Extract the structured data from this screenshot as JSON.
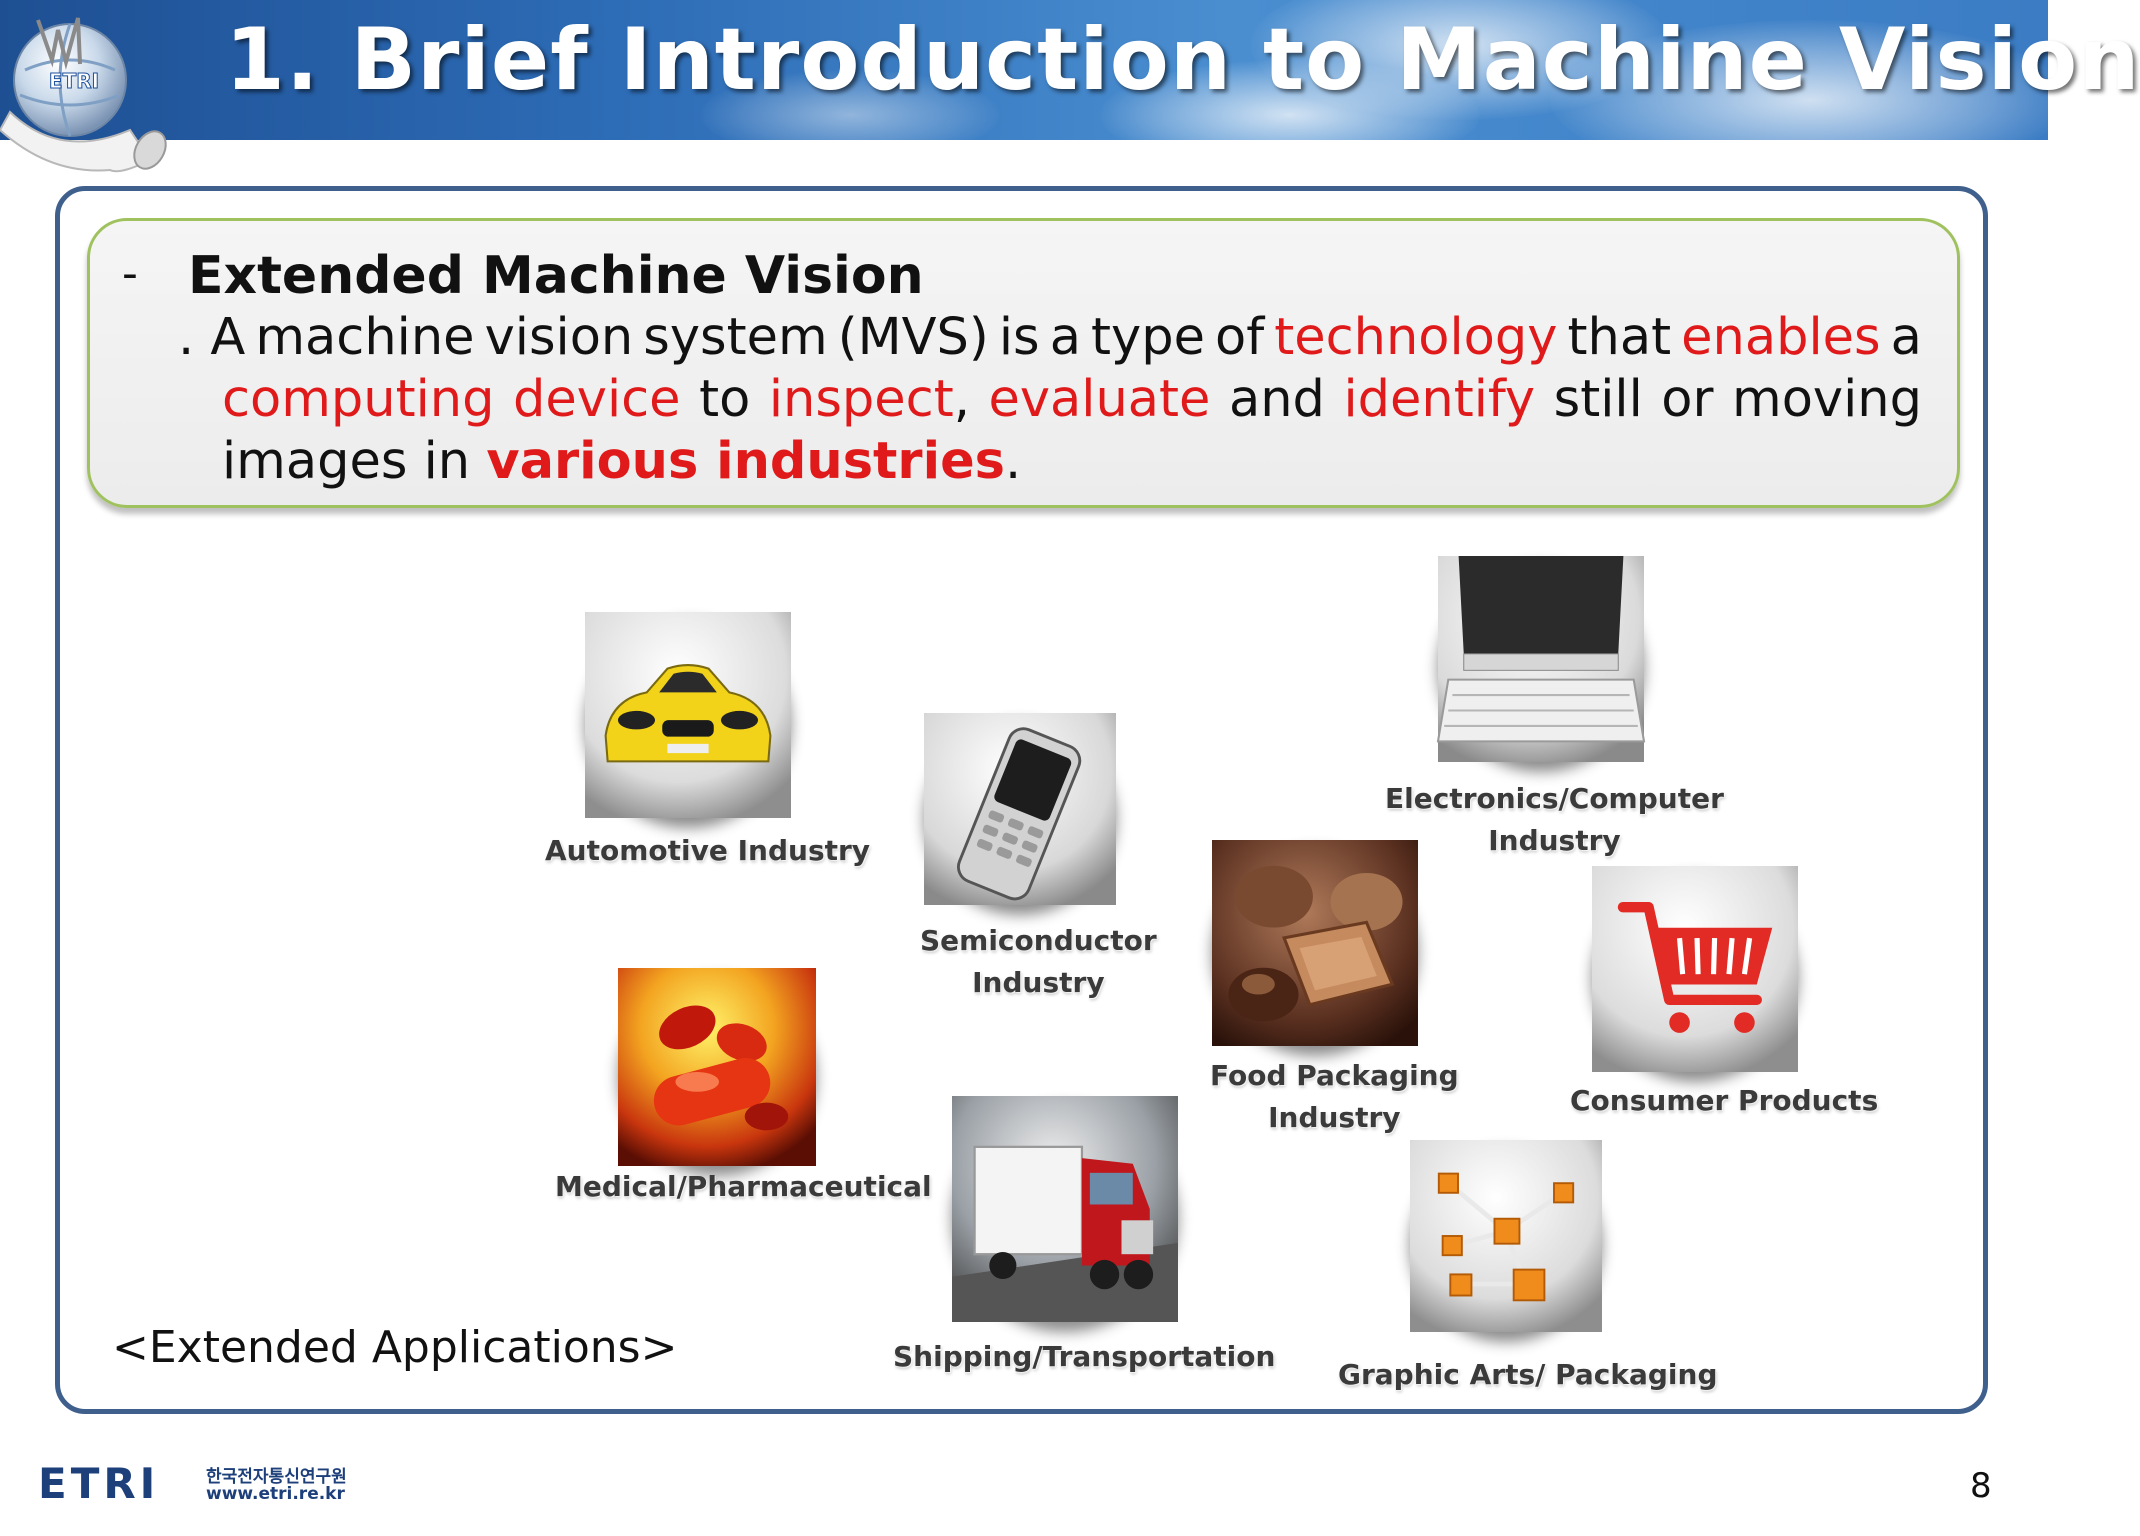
{
  "header": {
    "title": "1. Brief Introduction to Machine Vision",
    "logo_text": "ETRI"
  },
  "callout": {
    "heading": "Extended Machine Vision",
    "definition_lines": [
      [
        {
          "text": ". A",
          "style": "plain"
        },
        {
          "text": "machine",
          "style": "plain"
        },
        {
          "text": "vision",
          "style": "plain"
        },
        {
          "text": "system",
          "style": "plain"
        },
        {
          "text": "(MVS)",
          "style": "plain"
        },
        {
          "text": "is",
          "style": "plain"
        },
        {
          "text": "a",
          "style": "plain"
        },
        {
          "text": "type",
          "style": "plain"
        },
        {
          "text": "of",
          "style": "plain"
        },
        {
          "text": "technology",
          "style": "red"
        },
        {
          "text": "that",
          "style": "plain"
        },
        {
          "text": "enables",
          "style": "red"
        },
        {
          "text": "a",
          "style": "plain"
        }
      ],
      [
        {
          "text": "computing",
          "style": "red"
        },
        {
          "text": "device",
          "style": "red"
        },
        {
          "text": "to",
          "style": "plain"
        },
        {
          "text": "inspect",
          "style": "red",
          "suffix": ","
        },
        {
          "text": "evaluate",
          "style": "red"
        },
        {
          "text": "and",
          "style": "plain"
        },
        {
          "text": "identify",
          "style": "red"
        },
        {
          "text": "still",
          "style": "plain"
        },
        {
          "text": "or",
          "style": "plain"
        },
        {
          "text": "moving",
          "style": "plain"
        }
      ],
      [
        {
          "text": "images in ",
          "style": "plain"
        },
        {
          "text": "various industries",
          "style": "red-bold"
        },
        {
          "text": ".",
          "style": "plain"
        }
      ]
    ]
  },
  "industries": [
    {
      "id": "automotive",
      "label_lines": [
        "Automotive Industry"
      ],
      "icon": "car-icon"
    },
    {
      "id": "semiconductor",
      "label_lines": [
        "Semiconductor",
        "Industry"
      ],
      "icon": "mobile-phone-icon"
    },
    {
      "id": "electronics",
      "label_lines": [
        "Electronics/Computer",
        "Industry"
      ],
      "icon": "computer-icon"
    },
    {
      "id": "food",
      "label_lines": [
        "Food Packaging",
        "Industry"
      ],
      "icon": "chocolates-icon"
    },
    {
      "id": "consumer",
      "label_lines": [
        "Consumer Products"
      ],
      "icon": "shopping-cart-icon"
    },
    {
      "id": "medical",
      "label_lines": [
        "Medical/Pharmaceutical"
      ],
      "icon": "pills-icon"
    },
    {
      "id": "shipping",
      "label_lines": [
        "Shipping/Transportation"
      ],
      "icon": "truck-icon"
    },
    {
      "id": "graphic",
      "label_lines": [
        "Graphic Arts/ Packaging"
      ],
      "icon": "network-boxes-icon"
    }
  ],
  "caption": "<Extended Applications>",
  "footer": {
    "logo_text": "ETRI",
    "korean_name": "한국전자통신연구원",
    "url": "www.etri.re.kr",
    "page_number": "8"
  },
  "colors": {
    "header_blue": "#2d6cb6",
    "frame_border": "#3f5f8c",
    "callout_border": "#9fc25f",
    "highlight_red": "#e01a1a",
    "footer_navy": "#1d3f7a",
    "footer_red": "#d6202a"
  }
}
